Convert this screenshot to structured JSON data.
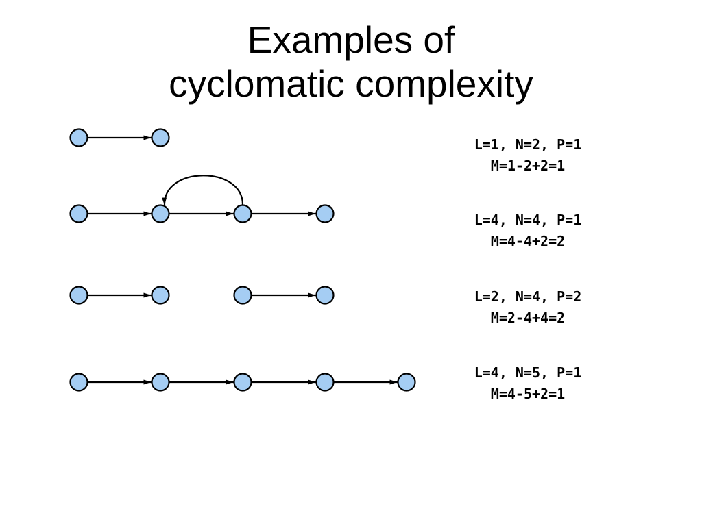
{
  "title": {
    "line1": "Examples of",
    "line2": "cyclomatic complexity"
  },
  "colors": {
    "node_fill": "#a5cdf3",
    "node_stroke": "#000000",
    "edge": "#000000",
    "background": "#ffffff"
  },
  "examples": [
    {
      "id": "example-1",
      "nodes": 2,
      "edges": [
        [
          0,
          1
        ]
      ],
      "back_edges": [],
      "gaps": [],
      "formula_line1": "L=1, N=2, P=1",
      "formula_line2": "M=1-2+2=1"
    },
    {
      "id": "example-2",
      "nodes": 4,
      "edges": [
        [
          0,
          1
        ],
        [
          1,
          2
        ],
        [
          2,
          3
        ]
      ],
      "back_edges": [
        [
          2,
          1
        ]
      ],
      "gaps": [],
      "formula_line1": "L=4, N=4, P=1",
      "formula_line2": "M=4-4+2=2"
    },
    {
      "id": "example-3",
      "nodes": 4,
      "edges": [
        [
          0,
          1
        ],
        [
          2,
          3
        ]
      ],
      "back_edges": [],
      "gaps": [],
      "formula_line1": "L=2, N=4, P=2",
      "formula_line2": "M=2-4+4=2"
    },
    {
      "id": "example-4",
      "nodes": 5,
      "edges": [
        [
          0,
          1
        ],
        [
          1,
          2
        ],
        [
          2,
          3
        ],
        [
          3,
          4
        ]
      ],
      "back_edges": [],
      "gaps": [],
      "formula_line1": "L=4, N=5, P=1",
      "formula_line2": "M=4-5+2=1"
    }
  ]
}
